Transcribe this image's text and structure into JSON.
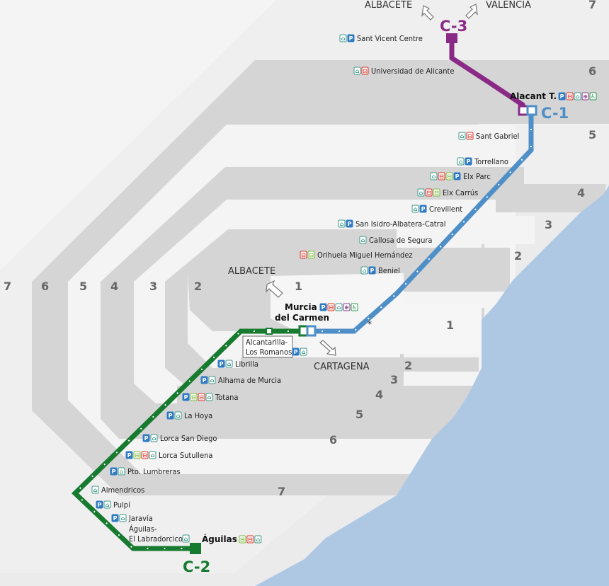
{
  "lines": {
    "c1": {
      "label": "C-1",
      "color": "#4f8fc8"
    },
    "c2": {
      "label": "C-2",
      "color": "#167a2f"
    },
    "c3": {
      "label": "C-3",
      "color": "#8b2a86"
    }
  },
  "directions": {
    "albacete_top": "ALBACETE",
    "valencia": "VALENCIA",
    "albacete_mid": "ALBACETE",
    "cartagena": "CARTAGENA"
  },
  "note": "*",
  "zones": {
    "outer_left": [
      "7",
      "6",
      "5",
      "4",
      "3",
      "2"
    ],
    "near_murcia": "1",
    "east": [
      "7",
      "6",
      "5",
      "4",
      "3",
      "2",
      "1"
    ],
    "south": [
      "2",
      "3",
      "4",
      "5",
      "6",
      "7"
    ]
  },
  "stations": {
    "sant_vicent": {
      "name": "Sant Vicent Centre",
      "services": [
        "taxi",
        "parking"
      ]
    },
    "universidad": {
      "name": "Universidad de Alicante",
      "services": [
        "taxi",
        "bus"
      ]
    },
    "alacant": {
      "name": "Alacant T.",
      "services": [
        "parking",
        "bus",
        "taxi",
        "access",
        "accessible"
      ]
    },
    "sant_gabriel": {
      "name": "Sant Gabriel",
      "services": [
        "taxi",
        "bus"
      ]
    },
    "torrellano": {
      "name": "Torrellano",
      "services": [
        "taxi",
        "parking"
      ]
    },
    "elx_parc": {
      "name": "Elx Parc",
      "services": [
        "taxi",
        "bus",
        "tram",
        "parking"
      ]
    },
    "elx_carrus": {
      "name": "Elx Carrús",
      "services": [
        "taxi",
        "bus",
        "tram"
      ]
    },
    "crevillent": {
      "name": "Crevillent",
      "services": [
        "taxi",
        "parking"
      ]
    },
    "san_isidro": {
      "name": "San Isidro-Albatera-Catral",
      "services": [
        "taxi",
        "parking"
      ]
    },
    "callosa": {
      "name": "Callosa de Segura",
      "services": [
        "taxi"
      ]
    },
    "orihuela": {
      "name": "Orihuela Miguel Hernández",
      "services": [
        "bus",
        "tram"
      ]
    },
    "beniel": {
      "name": "Beniel",
      "services": [
        "taxi",
        "parking"
      ]
    },
    "murcia": {
      "name_1": "Murcia",
      "name_2": "del Carmen",
      "services": [
        "parking",
        "bus",
        "taxi",
        "access",
        "accessible"
      ]
    },
    "alcantarilla": {
      "name_1": "Alcantarilla-",
      "name_2": "Los Romanos",
      "services": [
        "parking",
        "taxi"
      ]
    },
    "librilla": {
      "name": "Librilla",
      "services": [
        "parking",
        "taxi"
      ]
    },
    "alhama": {
      "name": "Alhama de Murcia",
      "services": [
        "parking",
        "taxi"
      ]
    },
    "totana": {
      "name": "Totana",
      "services": [
        "parking",
        "tram",
        "bus",
        "taxi"
      ]
    },
    "la_hoya": {
      "name": "La Hoya",
      "services": [
        "parking",
        "taxi"
      ]
    },
    "lorca_san_diego": {
      "name": "Lorca San Diego",
      "services": [
        "parking",
        "taxi"
      ]
    },
    "lorca_sutullena": {
      "name": "Lorca Sutullena",
      "services": [
        "parking",
        "tram",
        "bus",
        "taxi"
      ]
    },
    "lumbreras": {
      "name": "Pto. Lumbreras",
      "services": [
        "parking",
        "taxi"
      ]
    },
    "almendricos": {
      "name": "Almendricos",
      "services": [
        "taxi"
      ]
    },
    "pulpi": {
      "name": "Pulpí",
      "services": [
        "parking",
        "taxi"
      ]
    },
    "jaravia": {
      "name": "Jaravía",
      "services": [
        "parking",
        "taxi"
      ]
    },
    "labradorcico": {
      "name_1": "Águilas-",
      "name_2": "El Labradorcico",
      "services": [
        "taxi"
      ]
    },
    "aguilas": {
      "name": "Águilas",
      "services": [
        "tram",
        "bus",
        "taxi"
      ]
    }
  },
  "service_icons": {
    "parking": {
      "glyph": "P",
      "color": "#2f7ac4"
    },
    "bus": {
      "glyph": "⊟",
      "color": "#d9342b"
    },
    "tram": {
      "glyph": "⊟",
      "color": "#79b83a"
    },
    "taxi": {
      "glyph": "⌂",
      "color": "#3e9a8a"
    },
    "access": {
      "glyph": "⊕",
      "color": "#8a3b8e"
    },
    "accessible": {
      "glyph": "♿",
      "color": "#2f9a4c"
    }
  }
}
